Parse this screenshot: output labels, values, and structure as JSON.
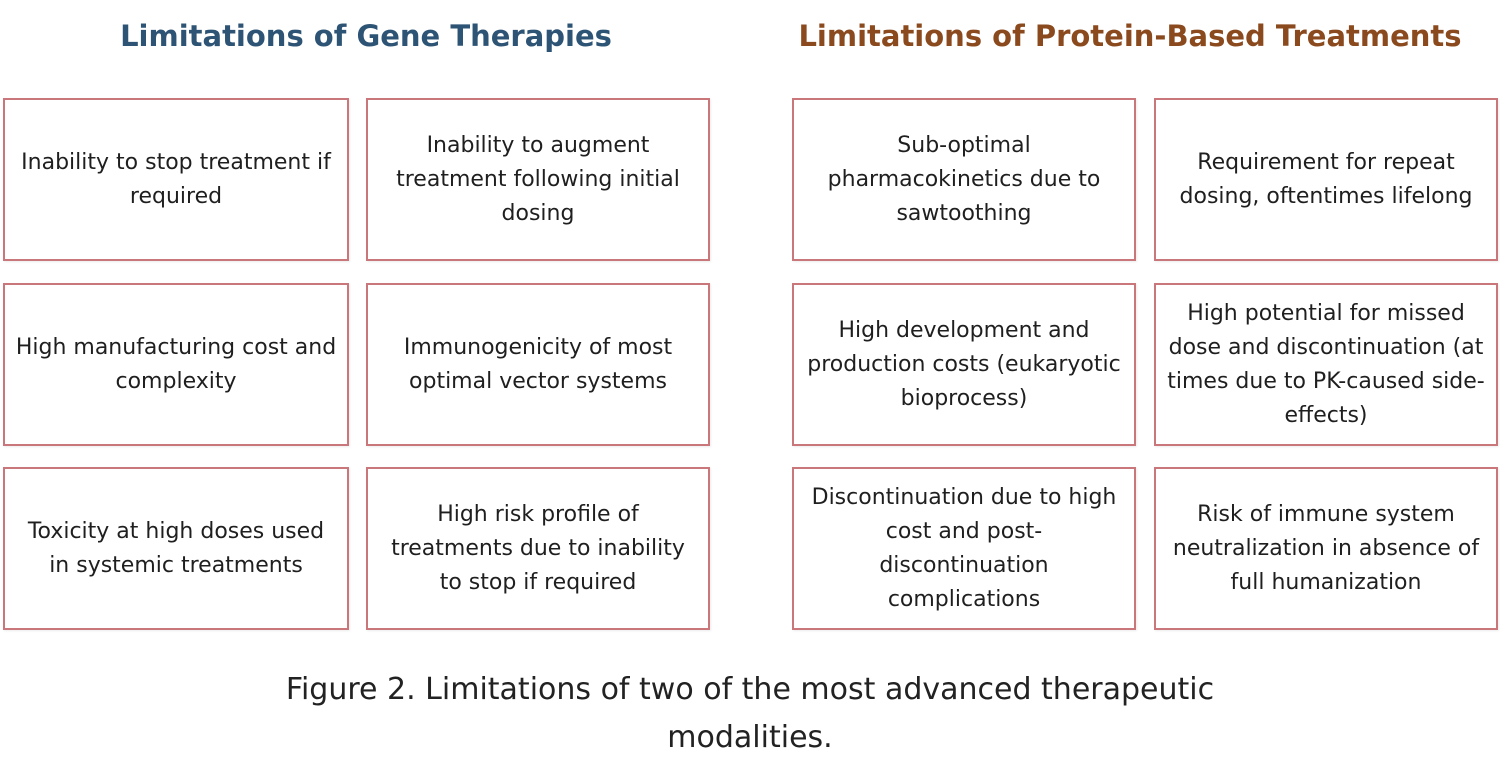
{
  "colors": {
    "gene_heading": "#2e5475",
    "protein_heading": "#8a4a1e",
    "box_border": "#c9777a"
  },
  "gene_therapies": {
    "heading": "Limitations of Gene Therapies",
    "boxes": [
      "Inability to stop treatment if required",
      "Inability to augment treatment following initial dosing",
      "High manufacturing cost and complexity",
      "Immunogenicity of most optimal vector systems",
      "Toxicity at high doses used in systemic treatments",
      "High risk profile of treatments due to inability to stop if required"
    ]
  },
  "protein_treatments": {
    "heading": "Limitations of Protein-Based Treatments",
    "boxes": [
      "Sub-optimal pharmacokinetics due to sawtoothing",
      "Requirement for repeat dosing, oftentimes lifelong",
      "High development and production costs (eukaryotic bioprocess)",
      "High potential for missed dose and discontinuation (at times due to PK-caused side-effects)",
      "Discontinuation due to high cost and post-discontinuation complications",
      "Risk of immune system neutralization in absence of full humanization"
    ]
  },
  "caption": "Figure 2. Limitations of two of the most advanced therapeutic modalities."
}
